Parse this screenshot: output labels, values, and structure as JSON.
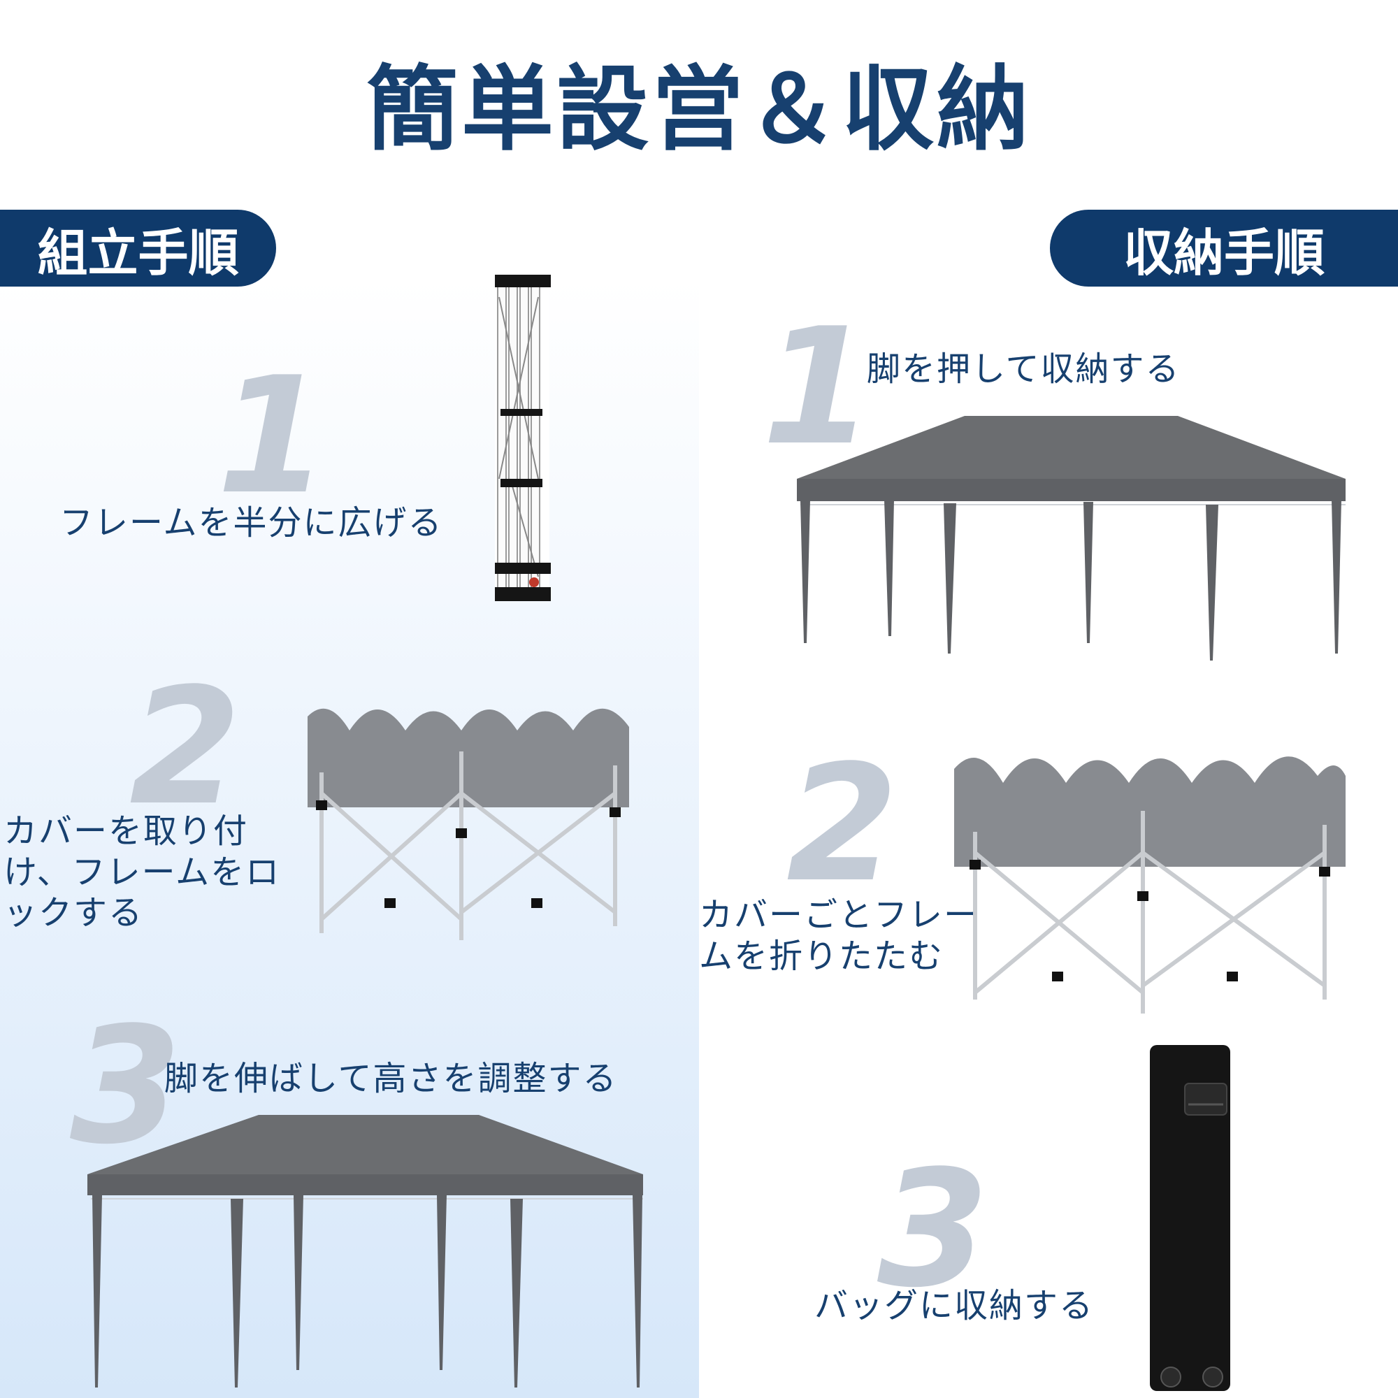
{
  "title": "簡単設営＆収納",
  "assembly": {
    "header": "組立手順",
    "steps": [
      {
        "number": "1",
        "caption": "フレームを半分に広げる"
      },
      {
        "number": "2",
        "caption": "カバーを取り付け、フレームをロックする"
      },
      {
        "number": "3",
        "caption": "脚を伸ばして高さを調整する"
      }
    ]
  },
  "storage": {
    "header": "収納手順",
    "steps": [
      {
        "number": "1",
        "caption": "脚を押して収納する"
      },
      {
        "number": "2",
        "caption": "カバーごとフレームを折りたたむ"
      },
      {
        "number": "3",
        "caption": "バッグに収納する"
      }
    ]
  },
  "colors": {
    "navy": "#0f3a6b",
    "title": "#17406f",
    "step_number": "#c3cbd6",
    "canopy": "#6b6d70"
  }
}
